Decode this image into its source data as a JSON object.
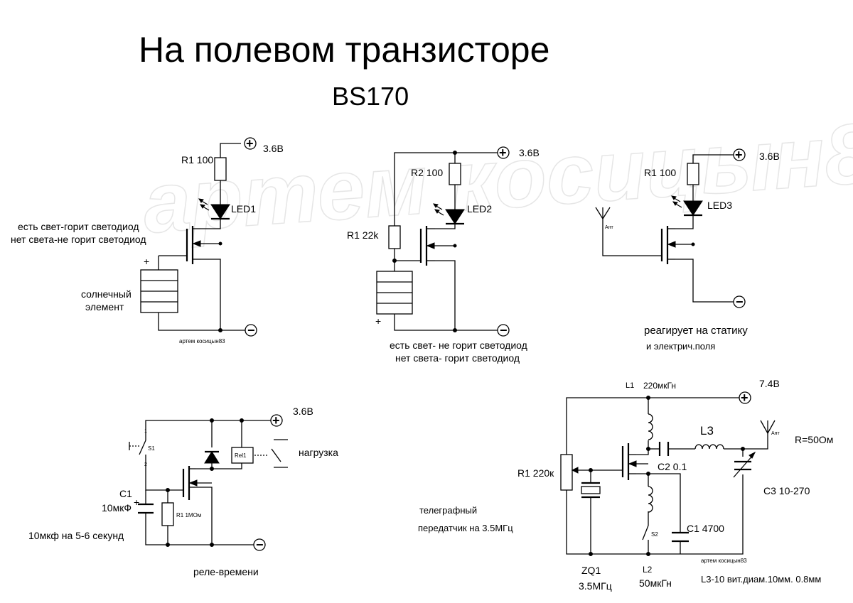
{
  "title": "На полевом транзисторе",
  "subtitle": "BS170",
  "watermark": "артем косицын83",
  "circuit1": {
    "r1": "R1 100",
    "led": "LED1",
    "supply": "3.6В",
    "desc_line1": "есть свет-горит светодиод",
    "desc_line2": "нет света-не горит светодиод",
    "plus": "+",
    "solar_line1": "солнечный",
    "solar_line2": "элемент",
    "author": "артем косицын83",
    "term_plus": "+",
    "term_minus": "−"
  },
  "circuit2": {
    "r2": "R2 100",
    "led": "LED2",
    "supply": "3.6В",
    "r1": "R1 22k",
    "plus": "+",
    "desc_line1": "есть свет- не горит светодиод",
    "desc_line2": "нет света-  горит светодиод",
    "term_plus": "+",
    "term_minus": "−"
  },
  "circuit3": {
    "r1": "R1 100",
    "led": "LED3",
    "supply": "3.6В",
    "ant": "Ант",
    "desc_line1": "реагирует на статику",
    "desc_line2": "и электрич.поля",
    "term_plus": "+",
    "term_minus": "−"
  },
  "circuit4": {
    "supply": "3.6В",
    "s1": "S1",
    "pin1": "1",
    "pin2": "2",
    "rel": "Rel1",
    "load": "нагрузка",
    "c1": "C1",
    "c1_val": "10мкФ",
    "plus": "+",
    "r1": "R1 1МОм",
    "note": "10мкф на 5-6 секунд",
    "caption": "реле-времени",
    "term_plus": "+",
    "term_minus": "−"
  },
  "circuit5": {
    "l1": "L1",
    "l1_val": "220мкГн",
    "supply": "7.4В",
    "ant": "Ант",
    "r_load": "R=50Ом",
    "l3": "L3",
    "c2": "C2 0.1",
    "r1": "R1 220к",
    "c3": "C3 10-270",
    "desc_line1": "телеграфный",
    "desc_line2": "передатчик на 3.5МГц",
    "s2": "S2",
    "c1": "C1 4700",
    "author": "артем косицын83",
    "zq1": "ZQ1",
    "zq1_val": "3.5МГц",
    "l2": "L2",
    "l2_val": "50мкГн",
    "l3_spec": "L3-10 вит.диам.10мм. 0.8мм",
    "term_plus": "+"
  }
}
